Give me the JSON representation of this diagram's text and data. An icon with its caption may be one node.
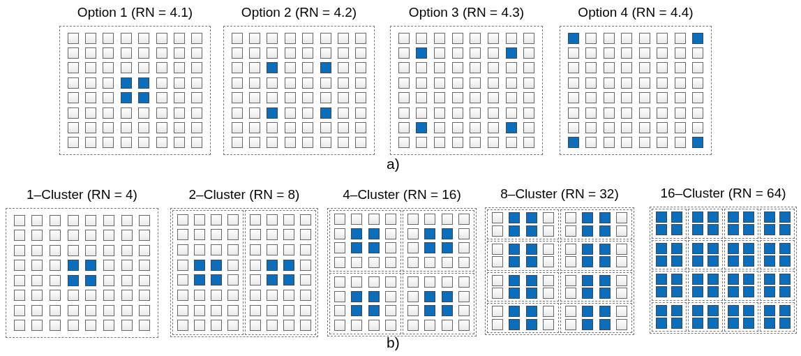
{
  "diagram": {
    "nodes": [
      {
        "text": [
          "Option 1 (RN = 4.1)"
        ]
      },
      {
        "text": [
          "Option 2 (RN = 4.2)"
        ]
      },
      {
        "text": [
          "Option 3 (RN = 4.3)"
        ]
      },
      {
        "text": [
          "Option 4 (RN = 4.4)"
        ]
      },
      {
        "text": [
          "1–Cluster (RN = 4)"
        ]
      },
      {
        "text": [
          "2–Cluster (RN = 8)"
        ]
      },
      {
        "text": [],
        "shape": "box",
        "in": 5
      },
      {
        "text": [],
        "shape": "box",
        "in": 5
      },
      {
        "text": [
          "4–Cluster (RN = 16)"
        ]
      },
      {
        "text": [],
        "shape": "box",
        "in": 8
      },
      {
        "text": [],
        "shape": "box",
        "in": 8
      },
      {
        "text": [],
        "shape": "box",
        "in": 8
      },
      {
        "text": [],
        "shape": "box",
        "in": 8
      },
      {
        "text": [
          "8–Cluster (RN = 32)"
        ]
      },
      {
        "text": [],
        "shape": "box",
        "in": 13
      },
      {
        "text": [],
        "shape": "box",
        "in": 13
      },
      {
        "text": [],
        "shape": "box",
        "in": 13
      },
      {
        "text": [],
        "shape": "box",
        "in": 13
      },
      {
        "text": [],
        "shape": "box",
        "in": 13
      },
      {
        "text": [],
        "shape": "box",
        "in": 13
      },
      {
        "text": [],
        "shape": "box",
        "in": 13
      },
      {
        "text": [],
        "shape": "box",
        "in": 13
      },
      {
        "text": [
          "16–Cluster (RN = 64)"
        ]
      },
      {
        "text": [],
        "shape": "box",
        "in": 22
      },
      {
        "text": [],
        "shape": "box",
        "in": 22
      },
      {
        "text": [],
        "shape": "box",
        "in": 22
      },
      {
        "text": [],
        "shape": "box",
        "in": 22
      },
      {
        "text": [],
        "shape": "box",
        "in": 22
      },
      {
        "text": [],
        "shape": "box",
        "in": 22
      },
      {
        "text": [],
        "shape": "box",
        "in": 22
      },
      {
        "text": [],
        "shape": "box",
        "in": 22
      },
      {
        "text": [],
        "shape": "box",
        "in": 22
      },
      {
        "text": [],
        "shape": "box",
        "in": 22
      },
      {
        "text": [],
        "shape": "box",
        "in": 22
      },
      {
        "text": [],
        "shape": "box",
        "in": 22
      },
      {
        "text": [],
        "shape": "box",
        "in": 22
      },
      {
        "text": [],
        "shape": "box",
        "in": 22
      },
      {
        "text": [],
        "shape": "box",
        "in": 22
      },
      {
        "text": [],
        "shape": "box",
        "in": 22
      }
    ],
    "labels": [
      "a)",
      "b)"
    ]
  }
}
